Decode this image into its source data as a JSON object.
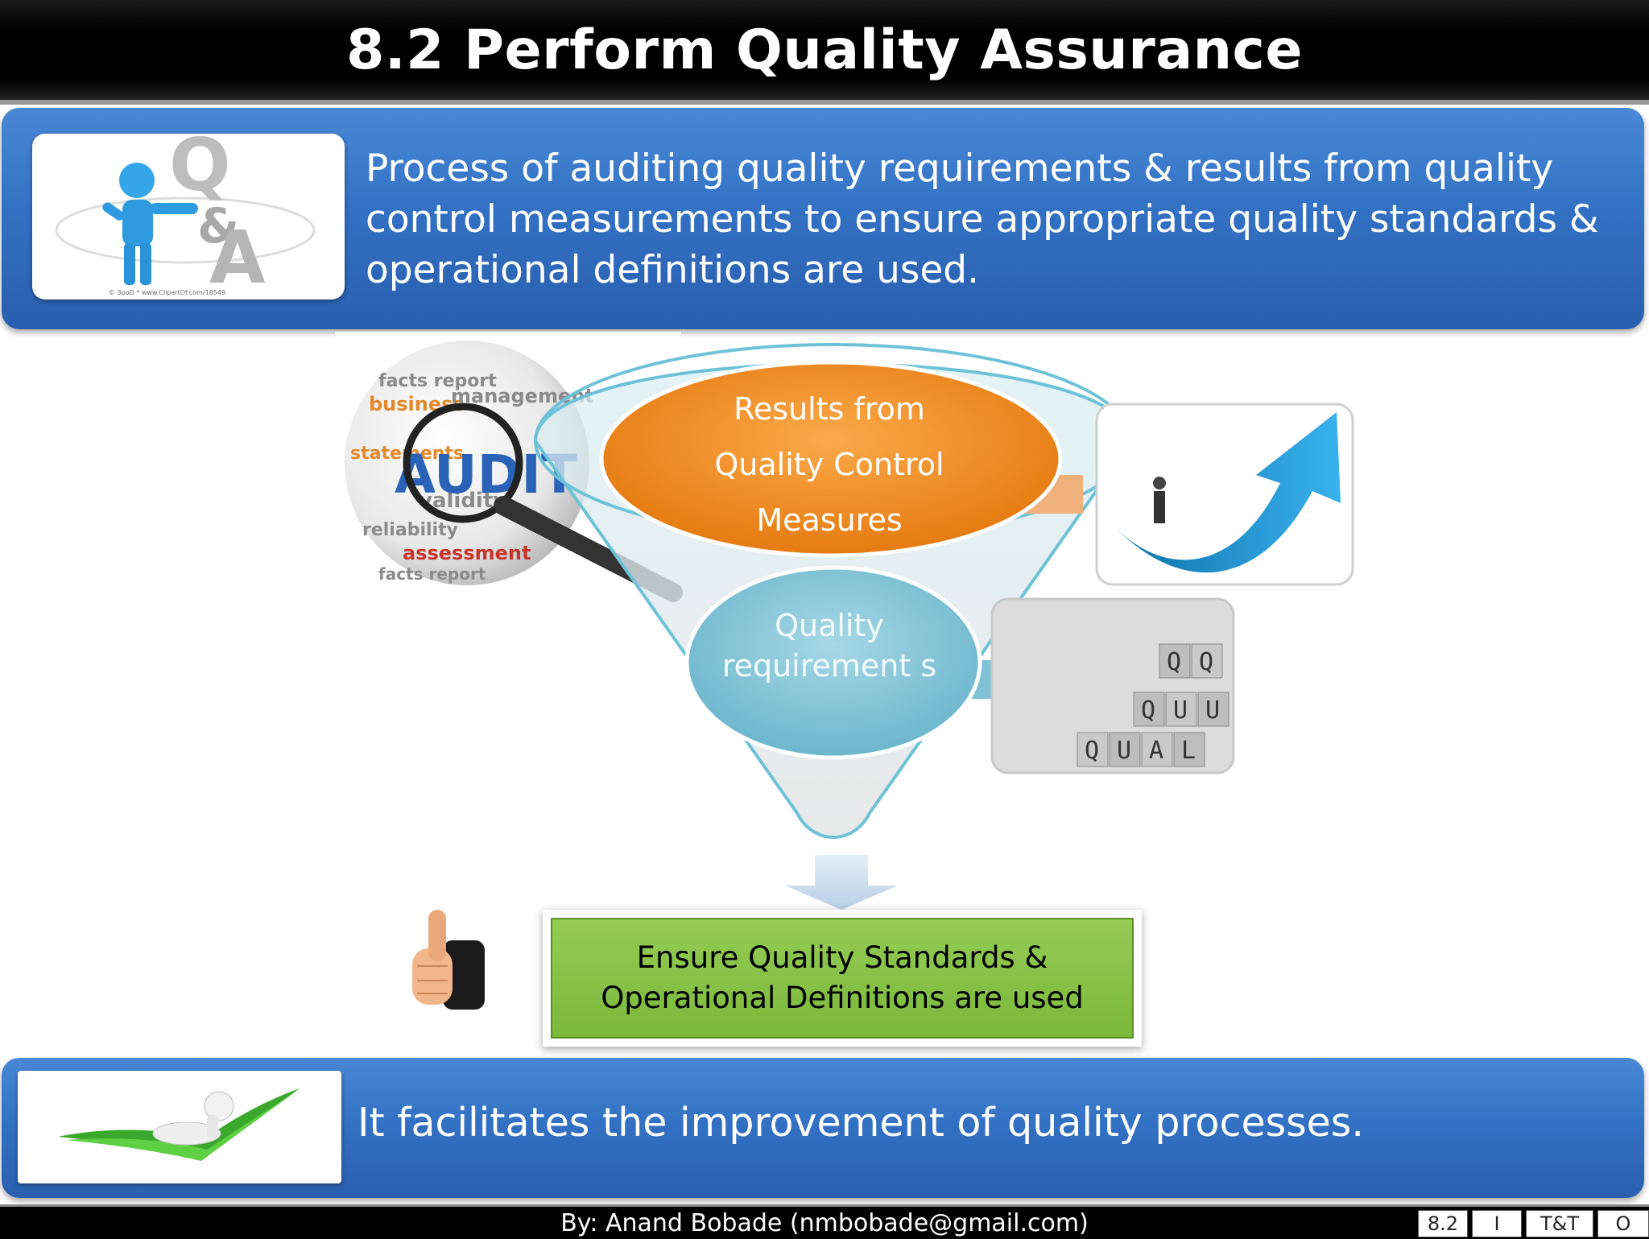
{
  "header": {
    "title": "8.2 Perform Quality Assurance"
  },
  "definition": {
    "text": "Process of auditing quality requirements & results from quality control measurements to ensure appropriate quality standards & operational definitions are used.",
    "image_caption": "© 3poD  *  www.ClipartOf.com/18549"
  },
  "diagram": {
    "results_label": "Results from Quality Control Measures",
    "requirements_label": "Quality requirement s",
    "output_label": "Ensure Quality Standards & Operational  Definitions are used",
    "audit_word": "AUDIT"
  },
  "benefit": {
    "text": "It facilitates the improvement of quality processes."
  },
  "footer": {
    "credit": "By: Anand Bobade (nmbobade@gmail.com)",
    "nav": [
      "8.2",
      "I",
      "T&T",
      "O"
    ]
  },
  "colors": {
    "title_bar": "#000000",
    "blue_panel": "#3371c4",
    "results_ellipse": "#f08a1e",
    "requirements_ellipse": "#7fc1d6",
    "output_box": "#8cc44a"
  }
}
